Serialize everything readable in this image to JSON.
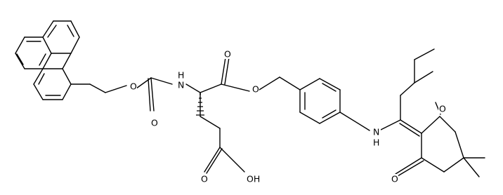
{
  "atom_labels": {
    "ester_o_fmoc": "O",
    "carbamate_o": "O",
    "nh_carbamate": "H",
    "nh_carbamate_n": "N",
    "ester_o_carbonyl": "O",
    "ester_o_link": "O",
    "amine_n": "N",
    "amine_h": "H",
    "ketone_o_top": "O",
    "ketone_o_bottom": "O",
    "acid_o": "O",
    "acid_oh": "OH"
  },
  "colors": {
    "bond": "#000000",
    "label": "#000000",
    "background": "#ffffff"
  }
}
